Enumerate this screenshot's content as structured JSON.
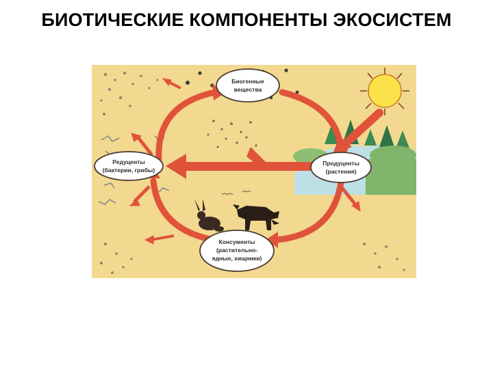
{
  "slide": {
    "title": "БИОТИЧЕСКИЕ КОМПОНЕНТЫ ЭКОСИСТЕМ"
  },
  "diagram": {
    "colors": {
      "background": "#f2d98f",
      "arrow": "#e0533a",
      "node_fill": "#ffffff",
      "sun": "#fbe24a",
      "tree": "#3f8a52"
    },
    "nodes": {
      "biogenic": {
        "line1": "Биогенные",
        "line2": "вещества"
      },
      "reducers": {
        "line1": "Редуценты",
        "line2": "(бактерии, грибы)"
      },
      "producers": {
        "line1": "Продуценты",
        "line2": "(растения)"
      },
      "consumers": {
        "line1": "Консументы",
        "line2": "(растительно-",
        "line3": "ядные, хищники)"
      }
    }
  }
}
